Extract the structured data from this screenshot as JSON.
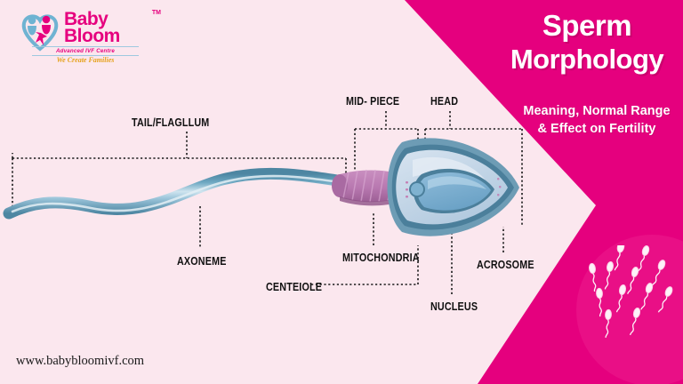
{
  "brand": {
    "name_line1": "Baby",
    "name_line2": "Bloom",
    "trademark": "TM",
    "subtitle": "Advanced IVF Centre",
    "tagline": "We Create Families",
    "icon": "mother-child-heart-logo-icon"
  },
  "header": {
    "title_line1": "Sperm",
    "title_line2": "Morphology",
    "subtitle": "Meaning, Normal Range & Effect on Fertility"
  },
  "footer": {
    "website": "www.babybloomivf.com"
  },
  "diagram": {
    "name": "sperm-anatomy-diagram",
    "labels": [
      {
        "id": "tail",
        "text": "TAIL/FLAGLLUM"
      },
      {
        "id": "mid-piece",
        "text": "MID- PIECE"
      },
      {
        "id": "head",
        "text": "HEAD"
      },
      {
        "id": "axoneme",
        "text": "AXONEME"
      },
      {
        "id": "centeiole",
        "text": "CENTEIOLE"
      },
      {
        "id": "mitochondria",
        "text": "MITOCHONDRIA"
      },
      {
        "id": "nucleus",
        "text": "NUCLEUS"
      },
      {
        "id": "acrosome",
        "text": "ACROSOME"
      }
    ]
  },
  "decoration": {
    "sperm_cluster_count": 12,
    "circle": "pink-accent-circle"
  },
  "colors": {
    "panel_pink": "#e5007e",
    "panel_pink_light": "#ec1b8c",
    "background": "#fbe7ee",
    "brand_pink": "#e6007e",
    "brand_gold": "#e6a21c",
    "tail_blue": "#5b93ad",
    "tail_blue_light": "#a9cede",
    "midpiece_purple": "#b878b0",
    "head_outline": "#4b7f9b",
    "nucleus_blue": "#7bb0d2",
    "acrosome_blue": "#c3d4e6",
    "label_text": "#111111"
  }
}
